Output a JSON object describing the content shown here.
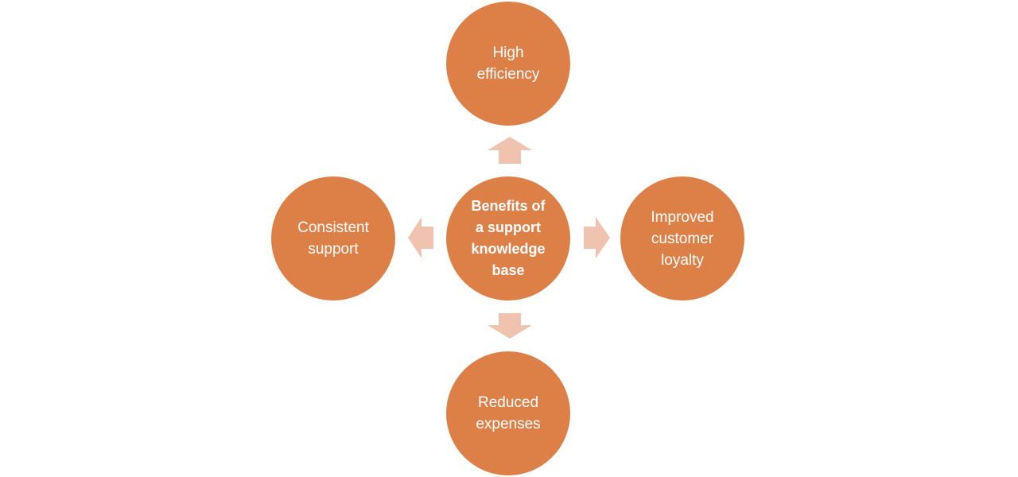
{
  "diagram": {
    "center": {
      "label": "Benefits of\na support\nknowledge\nbase"
    },
    "nodes": {
      "top": {
        "label": "High\nefficiency"
      },
      "left": {
        "label": "Consistent\nsupport"
      },
      "right": {
        "label": "Improved\ncustomer\nloyalty"
      },
      "bottom": {
        "label": "Reduced\nexpenses"
      }
    },
    "colors": {
      "circle_fill": "#DD8047",
      "arrow_fill": "#EFC3B0",
      "text": "#FFFFFF"
    }
  }
}
